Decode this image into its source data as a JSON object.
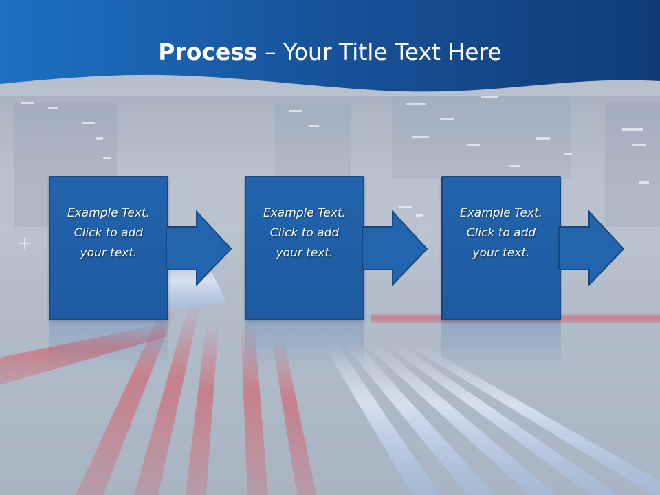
{
  "slide": {
    "title_bold": "Process",
    "title_rest": " – Your Title Text Here"
  },
  "steps": [
    {
      "text": "Example Text.\nClick  to add\nyour text."
    },
    {
      "text": "Example Text.\nClick  to add\nyour text."
    },
    {
      "text": "Example Text.\nClick  to add\nyour text."
    }
  ],
  "colors": {
    "header_blue": "#1a5fa8",
    "step_blue": "#2264ae",
    "step_border": "#15487f",
    "background_gray": "#b9c2cf"
  },
  "icons": [
    "arrow-right-icon"
  ]
}
